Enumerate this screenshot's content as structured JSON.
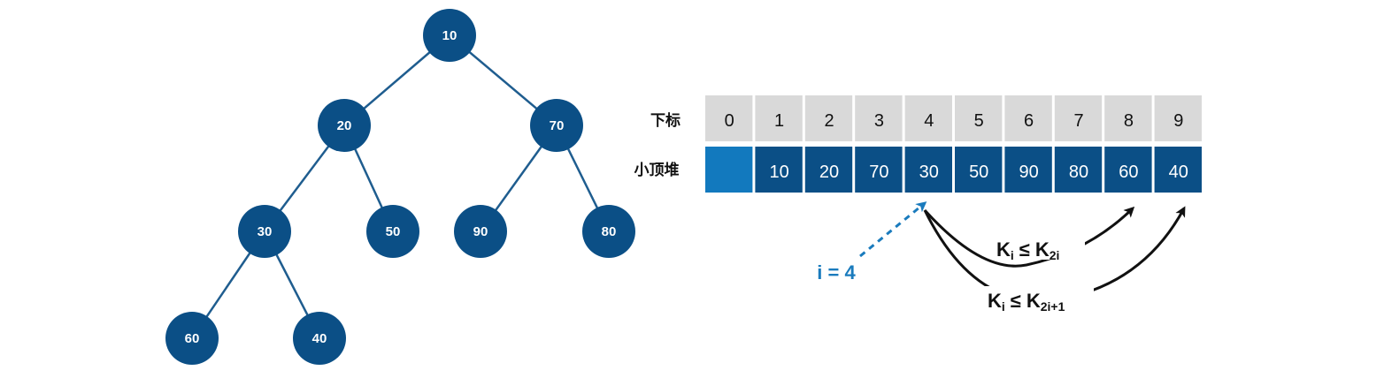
{
  "tree": {
    "nodes": [
      {
        "id": "n10",
        "label": "10"
      },
      {
        "id": "n20",
        "label": "20"
      },
      {
        "id": "n70",
        "label": "70"
      },
      {
        "id": "n30",
        "label": "30"
      },
      {
        "id": "n50",
        "label": "50"
      },
      {
        "id": "n90",
        "label": "90"
      },
      {
        "id": "n80",
        "label": "80"
      },
      {
        "id": "n60",
        "label": "60"
      },
      {
        "id": "n40",
        "label": "40"
      }
    ],
    "edges": [
      [
        "n10",
        "n20"
      ],
      [
        "n10",
        "n70"
      ],
      [
        "n20",
        "n30"
      ],
      [
        "n20",
        "n50"
      ],
      [
        "n70",
        "n90"
      ],
      [
        "n70",
        "n80"
      ],
      [
        "n30",
        "n60"
      ],
      [
        "n30",
        "n40"
      ]
    ]
  },
  "array": {
    "index_label": "下标",
    "heap_label": "小顶堆",
    "indices": [
      "0",
      "1",
      "2",
      "3",
      "4",
      "5",
      "6",
      "7",
      "8",
      "9"
    ],
    "values": [
      "",
      "10",
      "20",
      "70",
      "30",
      "50",
      "90",
      "80",
      "60",
      "40"
    ]
  },
  "annotations": {
    "i_label": "i = 4",
    "f1": {
      "k": "K",
      "i": "i",
      "le": "≤",
      "k2": "K",
      "sub2": "2i"
    },
    "f2": {
      "k": "K",
      "i": "i",
      "le": "≤",
      "k2": "K",
      "sub2": "2i+1"
    }
  },
  "colors": {
    "node_fill": "#0b4f86",
    "edge": "#1f5d8f",
    "index_cell": "#d9d9d9",
    "value_cell": "#0b4f86",
    "empty_cell": "#1279be",
    "i_color": "#1a7bbd"
  }
}
